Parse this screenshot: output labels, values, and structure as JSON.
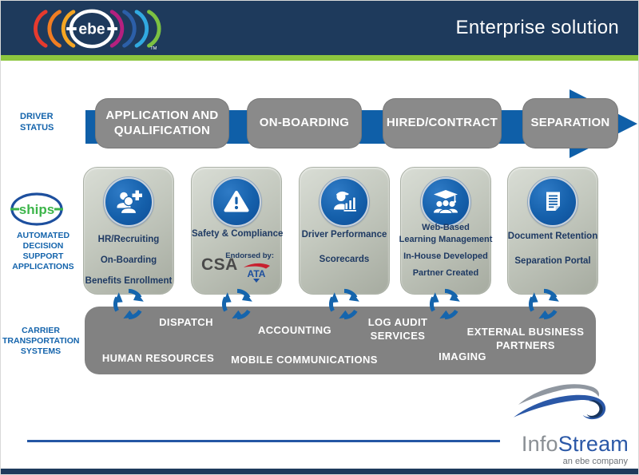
{
  "header": {
    "title": "Enterprise solution",
    "logo_text": "ebe",
    "logo_tm": "TM"
  },
  "labels": {
    "driver_status": "DRIVER STATUS",
    "ships": "ships",
    "automated": "AUTOMATED DECISION SUPPORT APPLICATIONS",
    "carrier": "CARRIER TRANSPORTATION SYSTEMS"
  },
  "stages": [
    "APPLICATION AND QUALIFICATION",
    "ON-BOARDING",
    "HIRED/CONTRACT",
    "SEPARATION"
  ],
  "app_boxes": [
    {
      "icon": "hr-recruiting-icon",
      "lines": [
        "HR/Recruiting",
        "On-Boarding",
        "Benefits Enrollment"
      ]
    },
    {
      "icon": "safety-warning-icon",
      "title": "Safety & Compliance",
      "csa": "CSA",
      "endorsed_by": "Endorsed by:",
      "ata": "ATA"
    },
    {
      "icon": "driver-performance-icon",
      "lines": [
        "Driver Performance",
        "Scorecards"
      ]
    },
    {
      "icon": "learning-management-icon",
      "title_lines": [
        "Web-Based",
        "Learning Management"
      ],
      "lines": [
        "In-House Developed",
        "Partner Created"
      ]
    },
    {
      "icon": "document-retention-icon",
      "lines": [
        "Document Retention",
        "Separation Portal"
      ]
    }
  ],
  "carrier_bar": {
    "dispatch": "DISPATCH",
    "accounting": "ACCOUNTING",
    "log_audit": "LOG AUDIT SERVICES",
    "external_partners": "EXTERNAL BUSINESS PARTNERS",
    "human_resources": "HUMAN RESOURCES",
    "mobile_communications": "MOBILE COMMUNICATIONS",
    "imaging": "IMAGING"
  },
  "footer": {
    "brand_info": "Info",
    "brand_stream": "Stream",
    "tagline": "an ebe company"
  },
  "colors": {
    "navy": "#1e3a5c",
    "green": "#8dc63f",
    "blue": "#0f5fa8",
    "stage_gray": "#8a8a8a",
    "bar_gray": "#828282",
    "text_navy": "#1f3a63"
  }
}
